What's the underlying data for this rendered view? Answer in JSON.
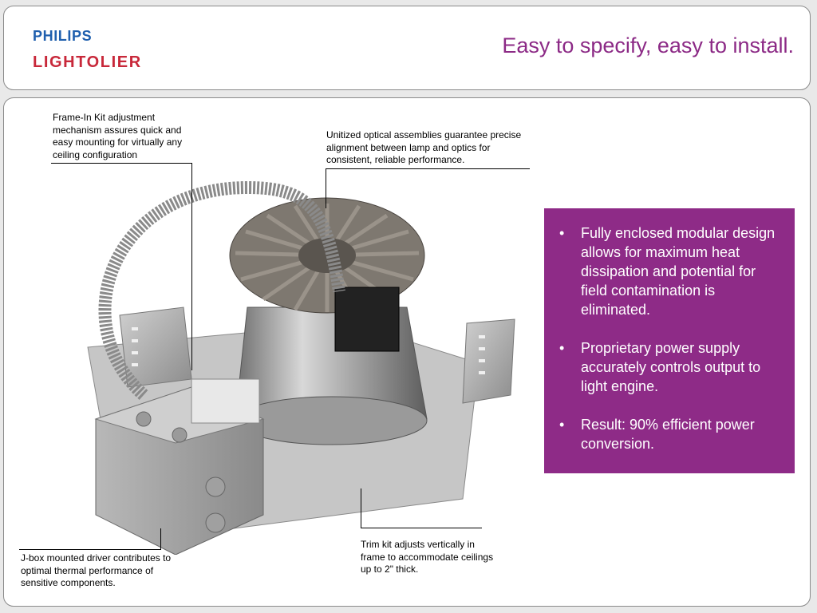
{
  "header": {
    "logo_line1": "PHILIPS",
    "logo_line2": "LIGHTOLIER",
    "title": "Easy to specify, easy to install."
  },
  "callouts": {
    "frame_in_kit": "Frame-In Kit adjustment mechanism assures quick and easy mounting for virtually any ceiling configuration",
    "optical": "Unitized optical assemblies guarantee precise alignment between lamp and optics for consistent, reliable performance.",
    "trim_kit": "Trim kit adjusts vertically in frame to accommodate ceilings up to 2\" thick.",
    "jbox": "J-box mounted driver contributes to optimal thermal performance of sensitive components."
  },
  "features": {
    "bullet_symbol": "•",
    "items": [
      "Fully enclosed modular design allows for maximum heat dissipation and potential for field contamination is eliminated.",
      "Proprietary power supply accurately controls output to light engine.",
      "Result: 90% efficient power conversion."
    ]
  },
  "colors": {
    "brand_purple": "#8e2b87",
    "philips_blue": "#1f5fae",
    "lightolier_red": "#c8283a"
  }
}
